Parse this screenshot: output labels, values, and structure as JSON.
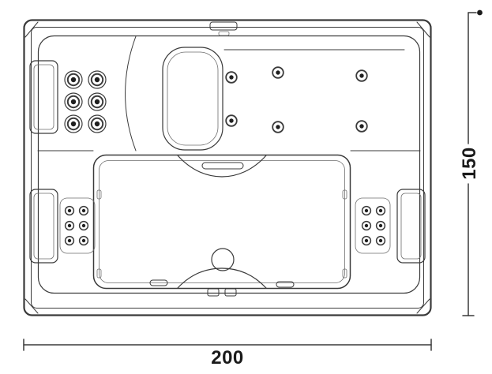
{
  "diagram": {
    "name": "hot-tub-top-view-dimension-drawing",
    "width_dimension": {
      "value": "200"
    },
    "height_dimension": {
      "value": "150"
    },
    "colors": {
      "line": "#3a3a3a",
      "faint": "#6e6e6e",
      "ink": "#1a1a1a",
      "jet_core": "#1f1f1f",
      "background": "#ffffff"
    }
  }
}
